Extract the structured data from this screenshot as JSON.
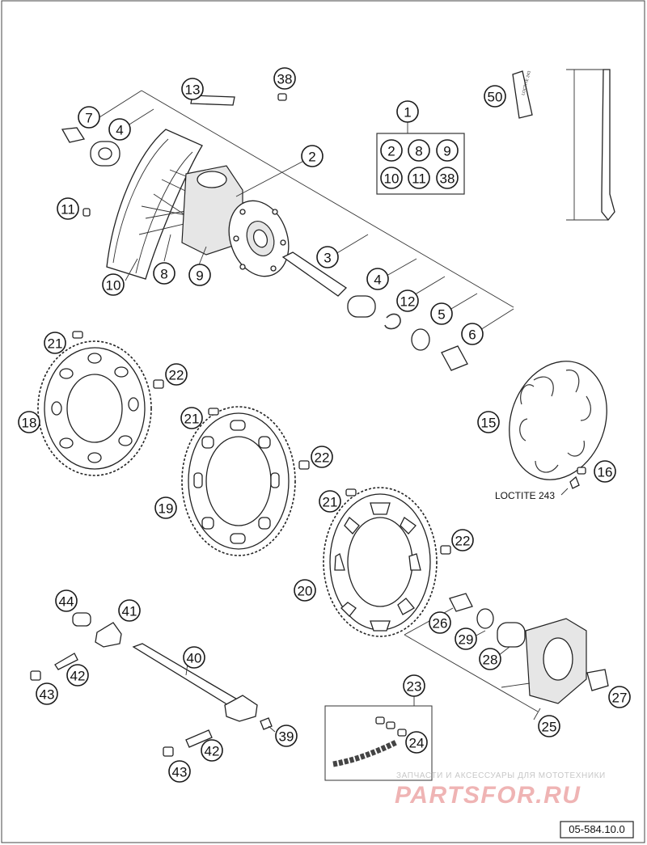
{
  "diagram": {
    "callouts": [
      {
        "id": "c38a",
        "label": "38"
      },
      {
        "id": "c13",
        "label": "13"
      },
      {
        "id": "c7",
        "label": "7"
      },
      {
        "id": "c4a",
        "label": "4"
      },
      {
        "id": "c2a",
        "label": "2"
      },
      {
        "id": "c11a",
        "label": "11"
      },
      {
        "id": "c8a",
        "label": "8"
      },
      {
        "id": "c9a",
        "label": "9"
      },
      {
        "id": "c10a",
        "label": "10"
      },
      {
        "id": "c3",
        "label": "3"
      },
      {
        "id": "c4b",
        "label": "4"
      },
      {
        "id": "c12",
        "label": "12"
      },
      {
        "id": "c5",
        "label": "5"
      },
      {
        "id": "c6",
        "label": "6"
      },
      {
        "id": "c1",
        "label": "1"
      },
      {
        "id": "c50",
        "label": "50"
      },
      {
        "id": "c21a",
        "label": "21"
      },
      {
        "id": "c22a",
        "label": "22"
      },
      {
        "id": "c18",
        "label": "18"
      },
      {
        "id": "c21b",
        "label": "21"
      },
      {
        "id": "c22b",
        "label": "22"
      },
      {
        "id": "c19",
        "label": "19"
      },
      {
        "id": "c21c",
        "label": "21"
      },
      {
        "id": "c22c",
        "label": "22"
      },
      {
        "id": "c20",
        "label": "20"
      },
      {
        "id": "c15",
        "label": "15"
      },
      {
        "id": "c16",
        "label": "16"
      },
      {
        "id": "c44",
        "label": "44"
      },
      {
        "id": "c41",
        "label": "41"
      },
      {
        "id": "c40",
        "label": "40"
      },
      {
        "id": "c42a",
        "label": "42"
      },
      {
        "id": "c43a",
        "label": "43"
      },
      {
        "id": "c39",
        "label": "39"
      },
      {
        "id": "c42b",
        "label": "42"
      },
      {
        "id": "c43b",
        "label": "43"
      },
      {
        "id": "c23",
        "label": "23"
      },
      {
        "id": "c24",
        "label": "24"
      },
      {
        "id": "c26",
        "label": "26"
      },
      {
        "id": "c29",
        "label": "29"
      },
      {
        "id": "c28",
        "label": "28"
      },
      {
        "id": "c27",
        "label": "27"
      },
      {
        "id": "c25",
        "label": "25"
      }
    ],
    "kit_items": [
      "2",
      "8",
      "9",
      "10",
      "11",
      "38"
    ],
    "loctite_label": "LOCTITE 243",
    "tube_label": "LOCTITE 243",
    "watermark_line1": "ЗАПЧАСТИ И АКСЕССУАРЫ ДЛЯ МОТОТЕХНИКИ",
    "watermark_line2": "PARTSFOR.RU",
    "drawing_number": "05-584.10.0"
  }
}
